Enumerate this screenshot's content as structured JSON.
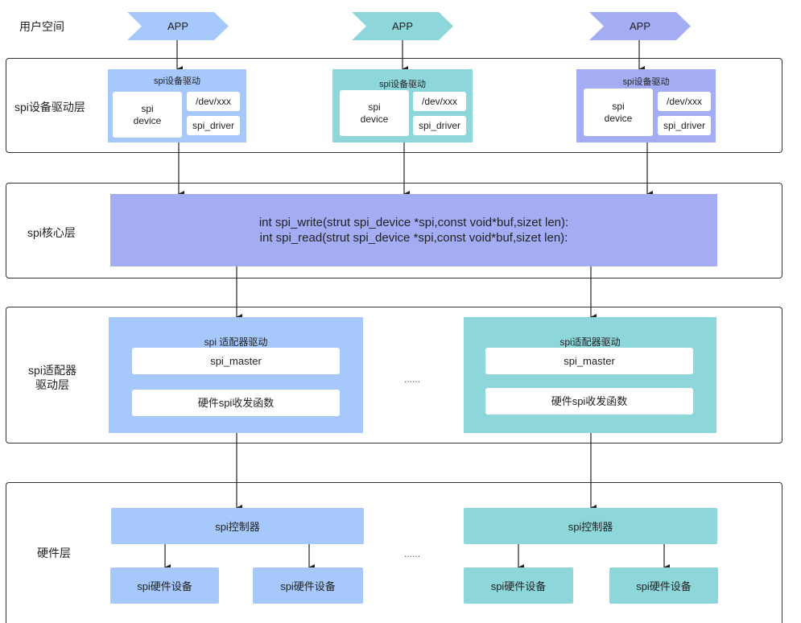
{
  "layers": {
    "user_space": "用户空间",
    "device_driver": "spi设备驱动层",
    "core": "spi核心层",
    "adapter_driver_line1": "spi适配器",
    "adapter_driver_line2": "驱动层",
    "hardware": "硬件层"
  },
  "apps": [
    {
      "label": "APP",
      "color": "#a6c8fb"
    },
    {
      "label": "APP",
      "color": "#8dd6da"
    },
    {
      "label": "APP",
      "color": "#a4acf3"
    }
  ],
  "device_drivers": [
    {
      "title": "spi设备驱动",
      "device_line1": "spi",
      "device_line2": "device",
      "dev_node": "/dev/xxx",
      "driver": "spi_driver"
    },
    {
      "title": "spi设备驱动",
      "device_line1": "spi",
      "device_line2": "device",
      "dev_node": "/dev/xxx",
      "driver": "spi_driver"
    },
    {
      "title": "spi设备驱动",
      "device_line1": "spi",
      "device_line2": "device",
      "dev_node": "/dev/xxx",
      "driver": "spi_driver"
    }
  ],
  "core": {
    "line1": "int spi_write(strut spi_device *spi,const void*buf,sizet len):",
    "line2": "int spi_read(strut spi_device *spi,const void*buf,sizet len):"
  },
  "adapters": [
    {
      "title": "spi 适配器驱动",
      "master": "spi_master",
      "func": "硬件spi收发函数"
    },
    {
      "title": "spi适配器驱动",
      "master": "spi_master",
      "func": "硬件spi收发函数"
    }
  ],
  "adapter_ellipsis": "......",
  "hardware": [
    {
      "controller": "spi控制器",
      "devices": [
        "spi硬件设备",
        "spi硬件设备"
      ]
    },
    {
      "controller": "spi控制器",
      "devices": [
        "spi硬件设备",
        "spi硬件设备"
      ]
    }
  ],
  "hardware_ellipsis": "......"
}
